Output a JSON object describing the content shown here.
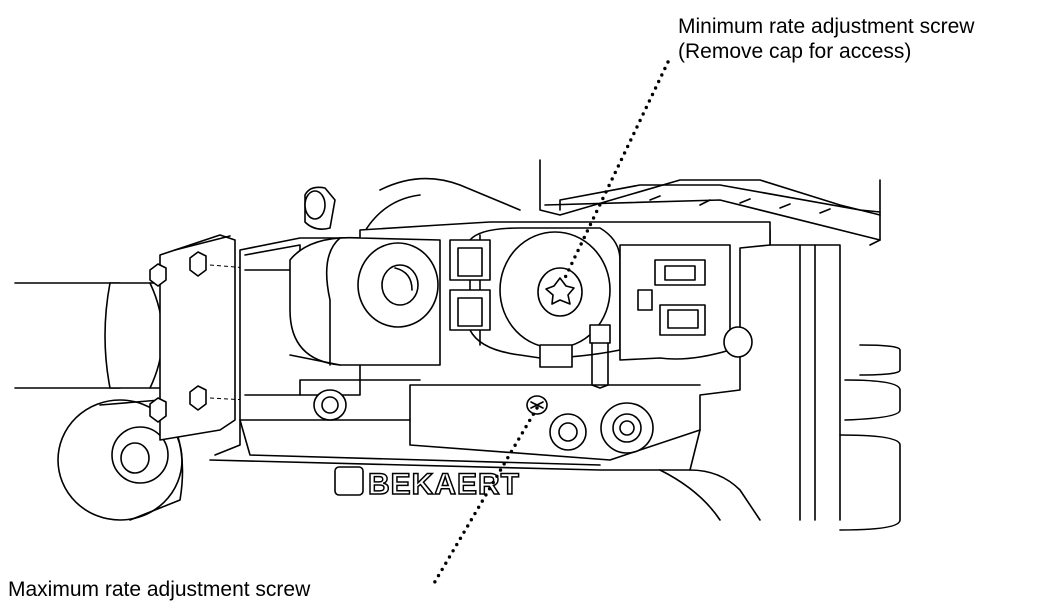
{
  "callouts": {
    "minimum_line1": "Minimum rate adjustment screw",
    "minimum_line2": "(Remove cap for access)",
    "maximum": "Maximum rate adjustment screw"
  },
  "brand_mark": "BEKAERT"
}
